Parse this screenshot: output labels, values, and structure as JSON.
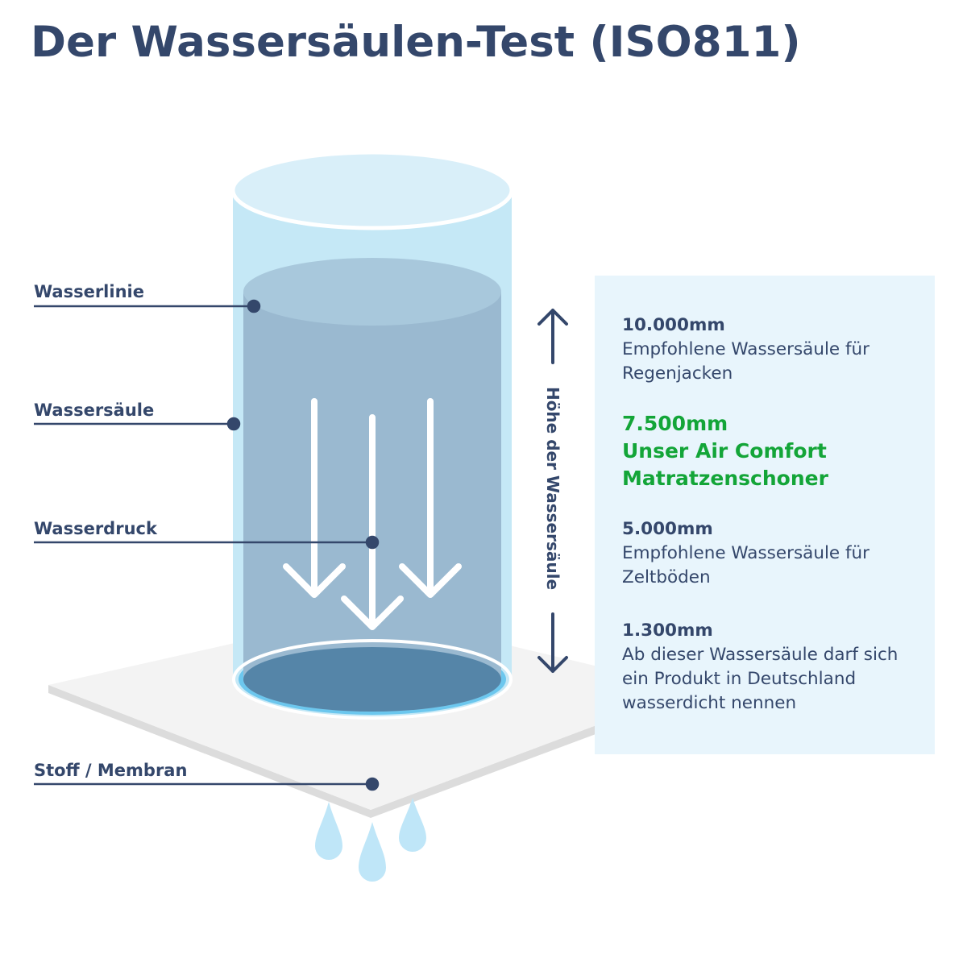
{
  "title": "Der Wassersäulen-Test (ISO811)",
  "labels": {
    "waterline": "Wasserlinie",
    "column": "Wassersäule",
    "pressure": "Wasserdruck",
    "fabric": "Stoff / Membran"
  },
  "height_label": "Höhe der Wassersäule",
  "entries": [
    {
      "value": "10.000mm",
      "text": "Empfohlene Wassersäule für Regenjacken"
    },
    {
      "value": "7.500mm",
      "text": "Unser Air Comfort Matratzenschoner"
    },
    {
      "value": "5.000mm",
      "text": "Empfohlene Wassersäule für Zeltböden"
    },
    {
      "value": "1.300mm",
      "text": "Ab dieser Wassersäule darf sich ein Produkt in Deutschland wasserdicht nennen"
    }
  ],
  "colors": {
    "navy": "#34476b",
    "highlight": "#13a538",
    "panel": "#e8f5fc",
    "water": "#9ab9d0"
  }
}
